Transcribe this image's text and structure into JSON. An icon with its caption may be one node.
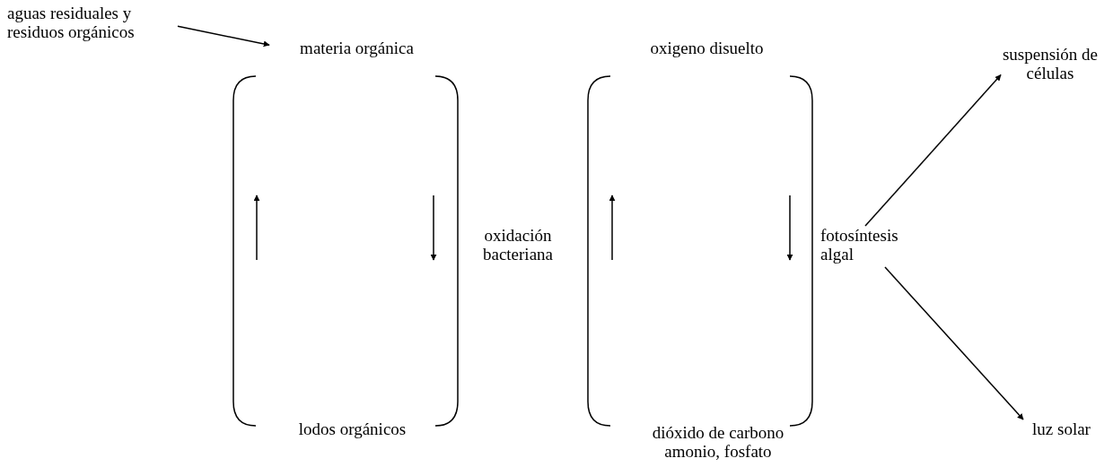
{
  "diagram": {
    "nodes": [
      {
        "text": [
          "aguas residuales y residuos orgánicos"
        ]
      },
      {
        "text": [
          "materia orgánica"
        ]
      },
      {
        "text": [
          "lodos orgánicos"
        ]
      },
      {
        "text": [
          "oxidación bacteriana"
        ]
      },
      {
        "text": [
          "oxigeno disuelto"
        ]
      },
      {
        "text": [
          "dióxido de carbono amonio, fosfato"
        ]
      },
      {
        "text": [
          "fotosíntesis algal"
        ]
      },
      {
        "text": [
          "suspensión de células"
        ]
      },
      {
        "text": [
          "luz solar"
        ]
      }
    ],
    "edges": [
      {
        "from": 0,
        "to": 1,
        "arrow": "to"
      },
      {
        "from": 6,
        "to": 7,
        "arrow": "to"
      },
      {
        "from": 6,
        "to": 8,
        "arrow": "to"
      }
    ]
  }
}
